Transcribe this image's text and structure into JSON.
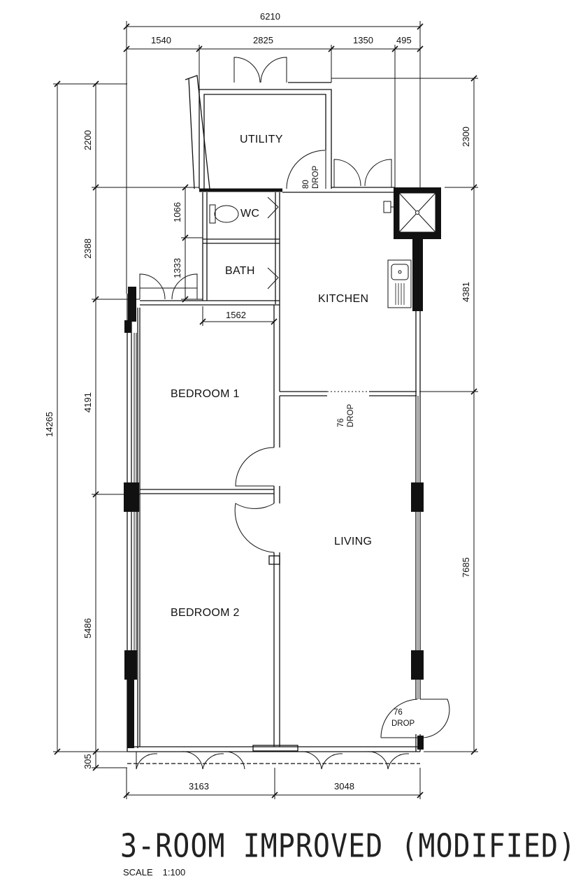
{
  "title": "3-ROOM IMPROVED (MODIFIED)",
  "scale": {
    "label": "SCALE",
    "value": "1:100"
  },
  "dimensions": {
    "top_total": "6210",
    "top_segments": [
      "1540",
      "2825",
      "1350",
      "495"
    ],
    "bottom_segments": [
      "3163",
      "3048"
    ],
    "left_total": "14265",
    "left_segments": [
      "2200",
      "2388",
      "4191",
      "5486",
      "305"
    ],
    "left_inner": [
      "1066",
      "1333"
    ],
    "right_segments": [
      "2300",
      "4381",
      "7685"
    ],
    "inner_1562": "1562"
  },
  "rooms": {
    "utility": "UTILITY",
    "wc": "WC",
    "bath": "BATH",
    "kitchen": "KITCHEN",
    "bedroom1": "BEDROOM 1",
    "bedroom2": "BEDROOM 2",
    "living": "LIVING"
  },
  "drops": [
    {
      "value": "80",
      "label": "DROP"
    },
    {
      "value": "76",
      "label": "DROP"
    },
    {
      "value": "76",
      "label": "DROP"
    }
  ]
}
